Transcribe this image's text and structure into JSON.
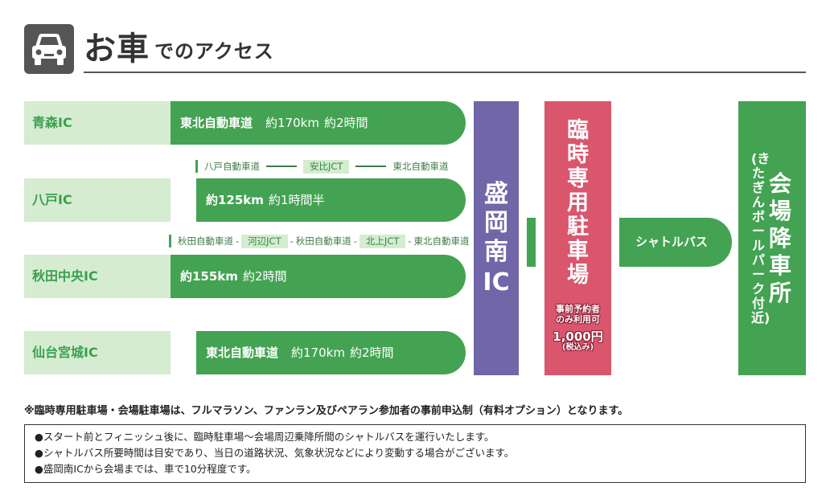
{
  "header": {
    "icon": "car-icon",
    "title": "お車",
    "subtitle": "でのアクセス"
  },
  "routes": [
    {
      "origin": "青森IC",
      "road": "東北自動車道",
      "distance": "約170km",
      "time": "約2時間"
    },
    {
      "origin": "八戸IC",
      "road": "",
      "distance": "約125km",
      "time": "約1時間半"
    },
    {
      "origin": "秋田中央IC",
      "road": "",
      "distance": "約155km",
      "time": "約2時間"
    },
    {
      "origin": "仙台宮城IC",
      "road": "東北自動車道",
      "distance": "約170km",
      "time": "約2時間"
    }
  ],
  "hachinohe_path": {
    "road1": "八戸自動車道",
    "jct": "安比JCT",
    "road2": "東北自動車道"
  },
  "akita_path": {
    "road1": "秋田自動車道",
    "jct1": "河辺JCT",
    "road2": "秋田自動車道",
    "jct2": "北上JCT",
    "road3": "東北自動車道",
    "sep": "-"
  },
  "interchange": {
    "line1": "盛岡南",
    "line2": "IC"
  },
  "parking": {
    "title": "臨時専用駐車場",
    "note_line1": "事前予約者",
    "note_line2": "のみ利用可",
    "price": "1,000円",
    "tax": "(税込み)"
  },
  "shuttle": {
    "label": "シャトルバス"
  },
  "venue": {
    "main": "会場降車所",
    "sub": "(きたぎんボールパーク付近)"
  },
  "footnote": "※臨時専用駐車場・会場駐車場は、フルマラソン、ファンラン及びペアラン参加者の事前申込制（有料オプション）となります。",
  "notes": [
    "●スタート前とフィニッシュ後に、臨時駐車場～会場周辺乗降所間のシャトルバスを運行いたします。",
    "●シャトルバス所要時間は目安であり、当日の道路状況、気象状況などにより変動する場合がございます。",
    "●盛岡南ICから会場までは、車で10分程度です。"
  ],
  "colors": {
    "green": "#43a352",
    "light_green": "#d5ecd0",
    "purple": "#7066a8",
    "pink": "#d9566d",
    "icon_bg": "#555555"
  }
}
